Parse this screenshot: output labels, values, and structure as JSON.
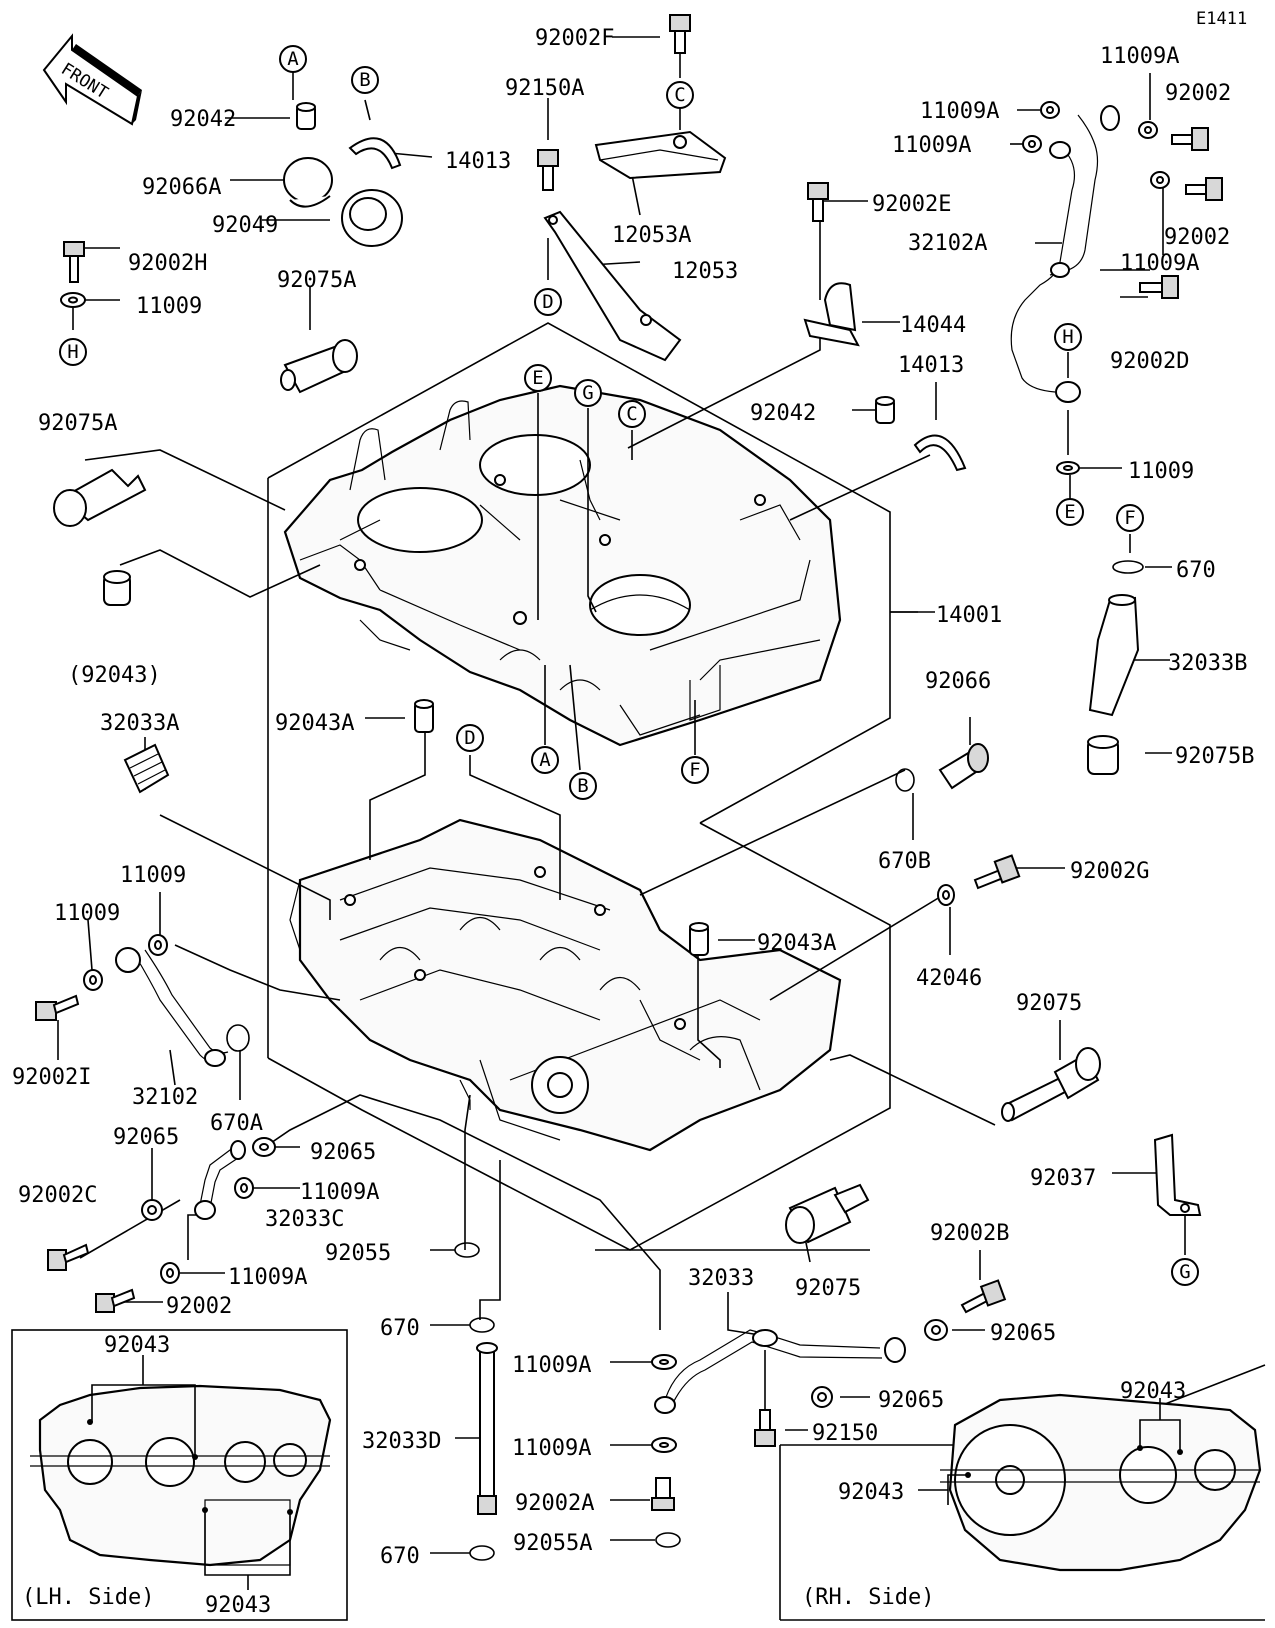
{
  "diagram_id": "E1411",
  "front_arrow_label": "FRONT",
  "ref_letters": {
    "A": "A",
    "B": "B",
    "C": "C",
    "D": "D",
    "E": "E",
    "F": "F",
    "G": "G",
    "H": "H"
  },
  "parts": {
    "p92002F": "92002F",
    "p92150A": "92150A",
    "p92042": "92042",
    "p14013": "14013",
    "p92066A": "92066A",
    "p92049": "92049",
    "p12053A": "12053A",
    "p12053": "12053",
    "p92002H": "92002H",
    "p11009": "11009",
    "p92075A": "92075A",
    "p92002E": "92002E",
    "p14044": "14044",
    "p11009A": "11009A",
    "p92002": "92002",
    "p32102A": "32102A",
    "p92002D": "92002D",
    "p92043_paren": "(92043)",
    "p14001": "14001",
    "p670": "670",
    "p32033B": "32033B",
    "p92066": "92066",
    "p92075B": "92075B",
    "p32033A": "32033A",
    "p92043A": "92043A",
    "p670B": "670B",
    "p92002G": "92002G",
    "p42046": "42046",
    "p92075": "92075",
    "p92002I": "92002I",
    "p32102": "32102",
    "p670A": "670A",
    "p92065": "92065",
    "p92002C": "92002C",
    "p32033C": "32033C",
    "p92055": "92055",
    "p92037": "92037",
    "p32033": "32033",
    "p92002B": "92002B",
    "p32033D": "32033D",
    "p92002A": "92002A",
    "p92055A": "92055A",
    "p92150": "92150",
    "p92043": "92043"
  },
  "insets": {
    "lh_side": "(LH. Side)",
    "rh_side": "(RH. Side)"
  }
}
